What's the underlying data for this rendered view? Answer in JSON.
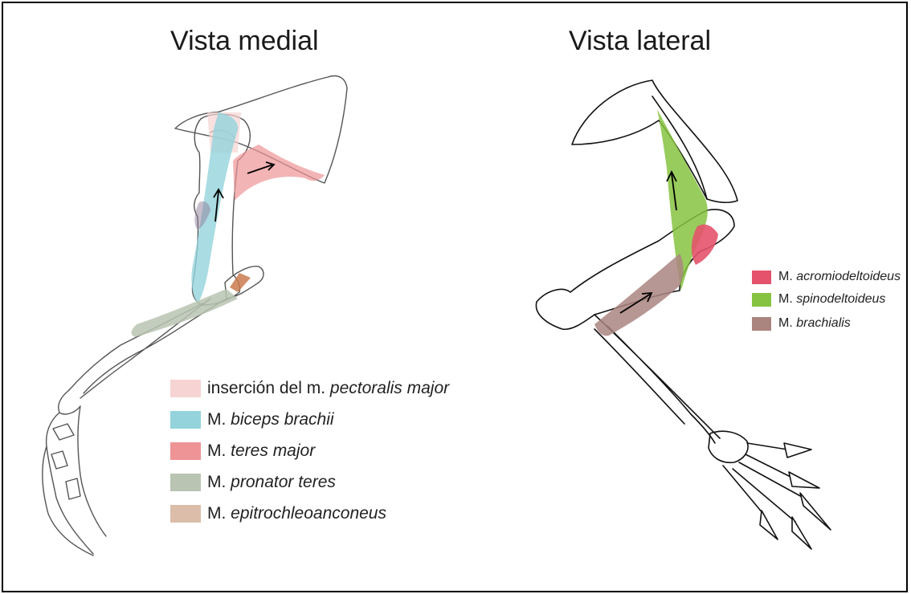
{
  "medial": {
    "title": "Vista medial",
    "legend": [
      {
        "prefix": "inserción del m. ",
        "name": "pectoralis major",
        "color": "#f6d4d3"
      },
      {
        "prefix": "M. ",
        "name": "biceps brachii",
        "color": "#94d3dc"
      },
      {
        "prefix": "M. ",
        "name": "teres major",
        "color": "#ee9496"
      },
      {
        "prefix": "M. ",
        "name": "pronator teres",
        "color": "#b9c4b2"
      },
      {
        "prefix": "M. ",
        "name": "epitrochleoanconeus",
        "color": "#dbbda9"
      }
    ]
  },
  "lateral": {
    "title": "Vista lateral",
    "legend": [
      {
        "prefix": "M. ",
        "name": "acromiodeltoideus",
        "color": "#e4536b"
      },
      {
        "prefix": "M. ",
        "name": "spinodeltoideus",
        "color": "#86c341"
      },
      {
        "prefix": "M. ",
        "name": "brachialis",
        "color": "#aa8580"
      }
    ]
  }
}
